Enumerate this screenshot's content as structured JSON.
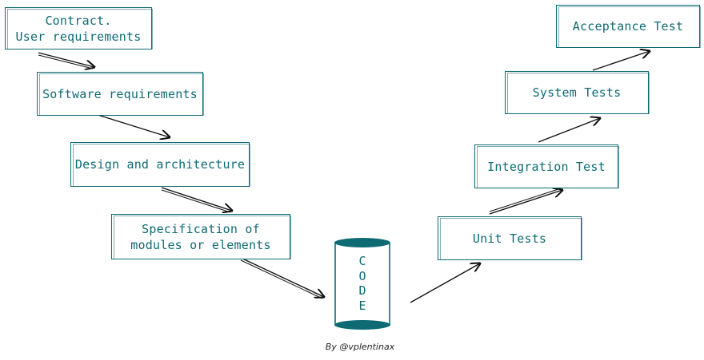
{
  "diagram": {
    "left_branch": [
      {
        "label": "Contract.\nUser requirements"
      },
      {
        "label": "Software requirements"
      },
      {
        "label": "Design and architecture"
      },
      {
        "label": "Specification of\nmodules or elements"
      }
    ],
    "code": {
      "letters": [
        "C",
        "O",
        "D",
        "E"
      ]
    },
    "right_branch": [
      {
        "label": "Unit Tests"
      },
      {
        "label": "Integration Test"
      },
      {
        "label": "System Tests"
      },
      {
        "label": "Acceptance Test"
      }
    ],
    "credit": "By @vplentinax"
  },
  "colors": {
    "accent": "#0e6a73",
    "arrow": "#111111",
    "background": "#ffffff"
  }
}
